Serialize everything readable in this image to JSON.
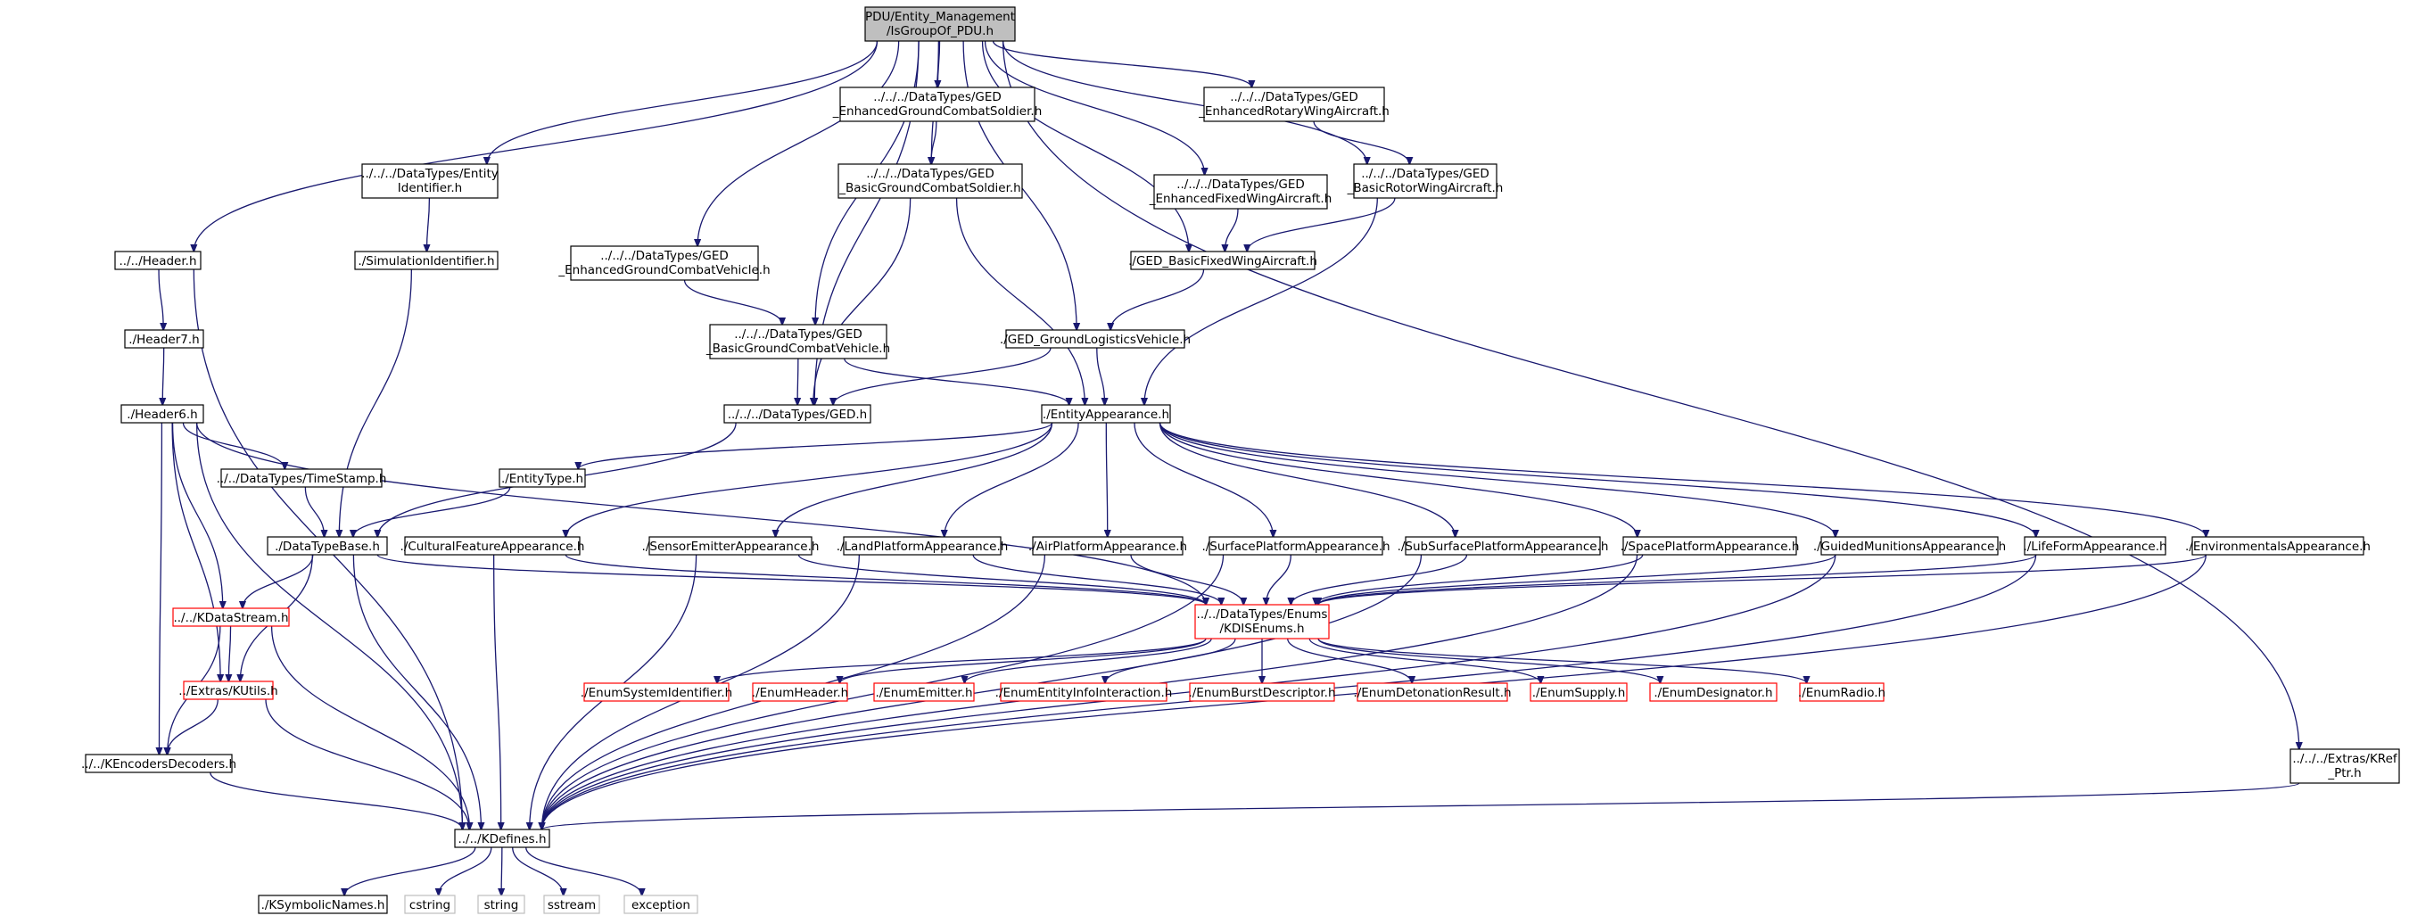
{
  "nodes": [
    {
      "id": "root",
      "lines": [
        "PDU/Entity_Management",
        "/IsGroupOf_PDU.h"
      ],
      "style": "root"
    },
    {
      "id": "header",
      "lines": [
        "../../Header.h"
      ],
      "style": "normal"
    },
    {
      "id": "entityid",
      "lines": [
        "../../../DataTypes/Entity",
        "Identifier.h"
      ],
      "style": "normal"
    },
    {
      "id": "egcs",
      "lines": [
        "../../../DataTypes/GED",
        "_EnhancedGroundCombatSoldier.h"
      ],
      "style": "normal"
    },
    {
      "id": "erwa",
      "lines": [
        "../../../DataTypes/GED",
        "_EnhancedRotaryWingAircraft.h"
      ],
      "style": "normal"
    },
    {
      "id": "kref",
      "lines": [
        "../../../Extras/KRef",
        "_Ptr.h"
      ],
      "style": "normal"
    },
    {
      "id": "bgcs",
      "lines": [
        "../../../DataTypes/GED",
        "_BasicGroundCombatSoldier.h"
      ],
      "style": "normal"
    },
    {
      "id": "efwa",
      "lines": [
        "../../../DataTypes/GED",
        "_EnhancedFixedWingAircraft.h"
      ],
      "style": "normal"
    },
    {
      "id": "brwa",
      "lines": [
        "../../../DataTypes/GED",
        "_BasicRotorWingAircraft.h"
      ],
      "style": "normal"
    },
    {
      "id": "simid",
      "lines": [
        "./SimulationIdentifier.h"
      ],
      "style": "normal"
    },
    {
      "id": "egcv",
      "lines": [
        "../../../DataTypes/GED",
        "_EnhancedGroundCombatVehicle.h"
      ],
      "style": "normal"
    },
    {
      "id": "bfwa",
      "lines": [
        "./GED_BasicFixedWingAircraft.h"
      ],
      "style": "normal"
    },
    {
      "id": "header7",
      "lines": [
        "./Header7.h"
      ],
      "style": "normal"
    },
    {
      "id": "bgcv",
      "lines": [
        "../../../DataTypes/GED",
        "_BasicGroundCombatVehicle.h"
      ],
      "style": "normal"
    },
    {
      "id": "glv",
      "lines": [
        "./GED_GroundLogisticsVehicle.h"
      ],
      "style": "normal"
    },
    {
      "id": "header6",
      "lines": [
        "./Header6.h"
      ],
      "style": "normal"
    },
    {
      "id": "ged",
      "lines": [
        "../../../DataTypes/GED.h"
      ],
      "style": "normal"
    },
    {
      "id": "entapp",
      "lines": [
        "./EntityAppearance.h"
      ],
      "style": "normal"
    },
    {
      "id": "timestamp",
      "lines": [
        "../../DataTypes/TimeStamp.h"
      ],
      "style": "normal"
    },
    {
      "id": "enttype",
      "lines": [
        "./EntityType.h"
      ],
      "style": "normal"
    },
    {
      "id": "dtbase",
      "lines": [
        "./DataTypeBase.h"
      ],
      "style": "normal"
    },
    {
      "id": "cultural",
      "lines": [
        "./CulturalFeatureAppearance.h"
      ],
      "style": "normal"
    },
    {
      "id": "sensor",
      "lines": [
        "./SensorEmitterAppearance.h"
      ],
      "style": "normal"
    },
    {
      "id": "land",
      "lines": [
        "./LandPlatformAppearance.h"
      ],
      "style": "normal"
    },
    {
      "id": "air",
      "lines": [
        "./AirPlatformAppearance.h"
      ],
      "style": "normal"
    },
    {
      "id": "surface",
      "lines": [
        "./SurfacePlatformAppearance.h"
      ],
      "style": "normal"
    },
    {
      "id": "subsurface",
      "lines": [
        "./SubSurfacePlatformAppearance.h"
      ],
      "style": "normal"
    },
    {
      "id": "space",
      "lines": [
        "./SpacePlatformAppearance.h"
      ],
      "style": "normal"
    },
    {
      "id": "guided",
      "lines": [
        "./GuidedMunitionsAppearance.h"
      ],
      "style": "normal"
    },
    {
      "id": "lifeform",
      "lines": [
        "./LifeFormAppearance.h"
      ],
      "style": "normal"
    },
    {
      "id": "environ",
      "lines": [
        "./EnvironmentalsAppearance.h"
      ],
      "style": "normal"
    },
    {
      "id": "kdatastream",
      "lines": [
        "../../KDataStream.h"
      ],
      "style": "red"
    },
    {
      "id": "enums",
      "lines": [
        "../../DataTypes/Enums",
        "/KDISEnums.h"
      ],
      "style": "red"
    },
    {
      "id": "kutils",
      "lines": [
        "../Extras/KUtils.h"
      ],
      "style": "red"
    },
    {
      "id": "esi",
      "lines": [
        "./EnumSystemIdentifier.h"
      ],
      "style": "red"
    },
    {
      "id": "eheader",
      "lines": [
        "./EnumHeader.h"
      ],
      "style": "red"
    },
    {
      "id": "eemitter",
      "lines": [
        "./EnumEmitter.h"
      ],
      "style": "red"
    },
    {
      "id": "eeii",
      "lines": [
        "./EnumEntityInfoInteraction.h"
      ],
      "style": "red"
    },
    {
      "id": "eburst",
      "lines": [
        "./EnumBurstDescriptor.h"
      ],
      "style": "red"
    },
    {
      "id": "edet",
      "lines": [
        "./EnumDetonationResult.h"
      ],
      "style": "red"
    },
    {
      "id": "esupply",
      "lines": [
        "./EnumSupply.h"
      ],
      "style": "red"
    },
    {
      "id": "edesig",
      "lines": [
        "./EnumDesignator.h"
      ],
      "style": "red"
    },
    {
      "id": "eradio",
      "lines": [
        "./EnumRadio.h"
      ],
      "style": "red"
    },
    {
      "id": "kencdec",
      "lines": [
        "../../KEncodersDecoders.h"
      ],
      "style": "normal"
    },
    {
      "id": "kdefines",
      "lines": [
        "../../KDefines.h"
      ],
      "style": "normal"
    },
    {
      "id": "ksym",
      "lines": [
        "./KSymbolicNames.h"
      ],
      "style": "normal"
    },
    {
      "id": "cstring",
      "lines": [
        "cstring"
      ],
      "style": "gray"
    },
    {
      "id": "string",
      "lines": [
        "string"
      ],
      "style": "gray"
    },
    {
      "id": "sstream",
      "lines": [
        "sstream"
      ],
      "style": "gray"
    },
    {
      "id": "exception",
      "lines": [
        "exception"
      ],
      "style": "gray"
    }
  ],
  "edges": [
    [
      "root",
      "header"
    ],
    [
      "root",
      "entityid"
    ],
    [
      "root",
      "egcs"
    ],
    [
      "root",
      "erwa"
    ],
    [
      "root",
      "kref"
    ],
    [
      "root",
      "bgcs"
    ],
    [
      "root",
      "efwa"
    ],
    [
      "root",
      "brwa"
    ],
    [
      "root",
      "egcv"
    ],
    [
      "root",
      "bfwa"
    ],
    [
      "root",
      "bgcv"
    ],
    [
      "root",
      "glv"
    ],
    [
      "root",
      "ged"
    ],
    [
      "header",
      "header7"
    ],
    [
      "header",
      "kdefines"
    ],
    [
      "entityid",
      "simid"
    ],
    [
      "simid",
      "dtbase"
    ],
    [
      "egcs",
      "bgcs"
    ],
    [
      "erwa",
      "brwa"
    ],
    [
      "bgcs",
      "ged"
    ],
    [
      "bgcs",
      "entapp"
    ],
    [
      "efwa",
      "bfwa"
    ],
    [
      "brwa",
      "bfwa"
    ],
    [
      "brwa",
      "entapp"
    ],
    [
      "egcv",
      "bgcv"
    ],
    [
      "bfwa",
      "glv"
    ],
    [
      "header7",
      "header6"
    ],
    [
      "bgcv",
      "ged"
    ],
    [
      "bgcv",
      "entapp"
    ],
    [
      "glv",
      "ged"
    ],
    [
      "glv",
      "entapp"
    ],
    [
      "header6",
      "timestamp"
    ],
    [
      "header6",
      "kdatastream"
    ],
    [
      "header6",
      "kutils"
    ],
    [
      "header6",
      "kencdec"
    ],
    [
      "header6",
      "kdefines"
    ],
    [
      "header6",
      "enums"
    ],
    [
      "ged",
      "dtbase"
    ],
    [
      "entapp",
      "enttype"
    ],
    [
      "entapp",
      "cultural"
    ],
    [
      "entapp",
      "sensor"
    ],
    [
      "entapp",
      "land"
    ],
    [
      "entapp",
      "air"
    ],
    [
      "entapp",
      "surface"
    ],
    [
      "entapp",
      "subsurface"
    ],
    [
      "entapp",
      "space"
    ],
    [
      "entapp",
      "guided"
    ],
    [
      "entapp",
      "lifeform"
    ],
    [
      "entapp",
      "environ"
    ],
    [
      "timestamp",
      "dtbase"
    ],
    [
      "enttype",
      "dtbase"
    ],
    [
      "dtbase",
      "kdatastream"
    ],
    [
      "dtbase",
      "kutils"
    ],
    [
      "dtbase",
      "kdefines"
    ],
    [
      "dtbase",
      "enums"
    ],
    [
      "cultural",
      "enums"
    ],
    [
      "cultural",
      "kdefines"
    ],
    [
      "sensor",
      "enums"
    ],
    [
      "sensor",
      "kdefines"
    ],
    [
      "land",
      "enums"
    ],
    [
      "land",
      "kdefines"
    ],
    [
      "air",
      "enums"
    ],
    [
      "air",
      "kdefines"
    ],
    [
      "surface",
      "enums"
    ],
    [
      "surface",
      "kdefines"
    ],
    [
      "subsurface",
      "enums"
    ],
    [
      "subsurface",
      "kdefines"
    ],
    [
      "space",
      "enums"
    ],
    [
      "space",
      "kdefines"
    ],
    [
      "guided",
      "enums"
    ],
    [
      "guided",
      "kdefines"
    ],
    [
      "lifeform",
      "enums"
    ],
    [
      "lifeform",
      "kdefines"
    ],
    [
      "environ",
      "enums"
    ],
    [
      "environ",
      "kdefines"
    ],
    [
      "kdatastream",
      "kutils"
    ],
    [
      "kdatastream",
      "kencdec"
    ],
    [
      "kdatastream",
      "kdefines"
    ],
    [
      "kutils",
      "kencdec"
    ],
    [
      "kutils",
      "kdefines"
    ],
    [
      "kencdec",
      "kdefines"
    ],
    [
      "enums",
      "esi"
    ],
    [
      "enums",
      "eheader"
    ],
    [
      "enums",
      "eemitter"
    ],
    [
      "enums",
      "eeii"
    ],
    [
      "enums",
      "eburst"
    ],
    [
      "enums",
      "edet"
    ],
    [
      "enums",
      "esupply"
    ],
    [
      "enums",
      "edesig"
    ],
    [
      "enums",
      "eradio"
    ],
    [
      "kref",
      "kdefines"
    ],
    [
      "kdefines",
      "ksym"
    ],
    [
      "kdefines",
      "cstring"
    ],
    [
      "kdefines",
      "string"
    ],
    [
      "kdefines",
      "sstream"
    ],
    [
      "kdefines",
      "exception"
    ]
  ]
}
